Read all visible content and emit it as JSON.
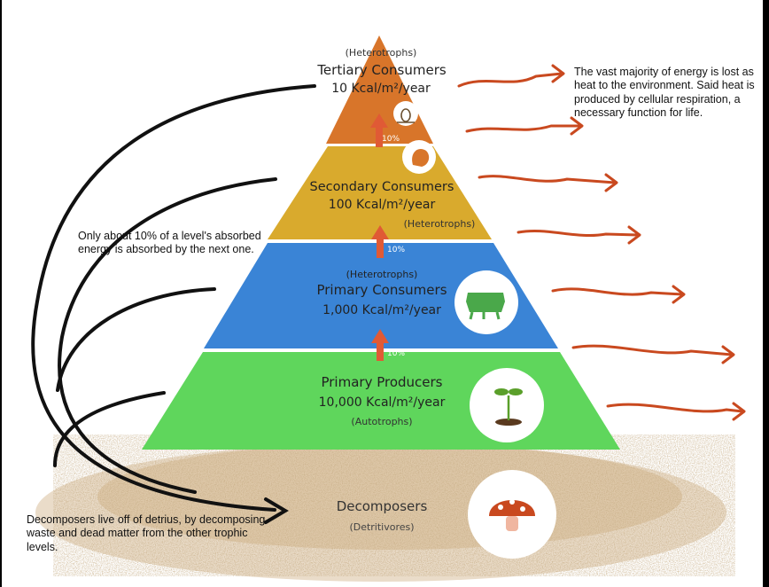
{
  "levels": {
    "tertiary": {
      "qualifier": "(Heterotrophs)",
      "name": "Tertiary Consumers",
      "energy": "10 Kcal/m²/year",
      "color": "#d8752a",
      "icon": "owl-icon"
    },
    "secondary": {
      "name": "Secondary Consumers",
      "energy": "100 Kcal/m²/year",
      "qualifier": "(Heterotrophs)",
      "color": "#d9aa2d",
      "icon": "bird-icon"
    },
    "primary_consumers": {
      "qualifier": "(Heterotrophs)",
      "name": "Primary Consumers",
      "energy": "1,000 Kcal/m²/year",
      "color": "#3a84d6",
      "icon": "insect-icon"
    },
    "producers": {
      "name": "Primary Producers",
      "energy": "10,000 Kcal/m²/year",
      "qualifier": "(Autotrophs)",
      "color": "#5fd65c",
      "icon": "sprout-icon"
    },
    "decomposers": {
      "name": "Decomposers",
      "qualifier": "(Detritivores)",
      "color": "#c9a77a",
      "icon": "mushroom-icon"
    }
  },
  "transfer_label": "10%",
  "notes": {
    "heat": "The vast majority of energy is lost as heat to the environment. Said heat is produced by cellular respiration, a necessary function for life.",
    "transfer": "Only about 10% of a level's absorbed energy is absorbed by the next one.",
    "decomposers": "Decomposers live off of detrius, by decomposing waste and dead matter from the other trophic levels."
  },
  "colors": {
    "heat_arrow": "#c9491f",
    "transfer_arrow": "#e05a35",
    "outline": "#111111"
  }
}
